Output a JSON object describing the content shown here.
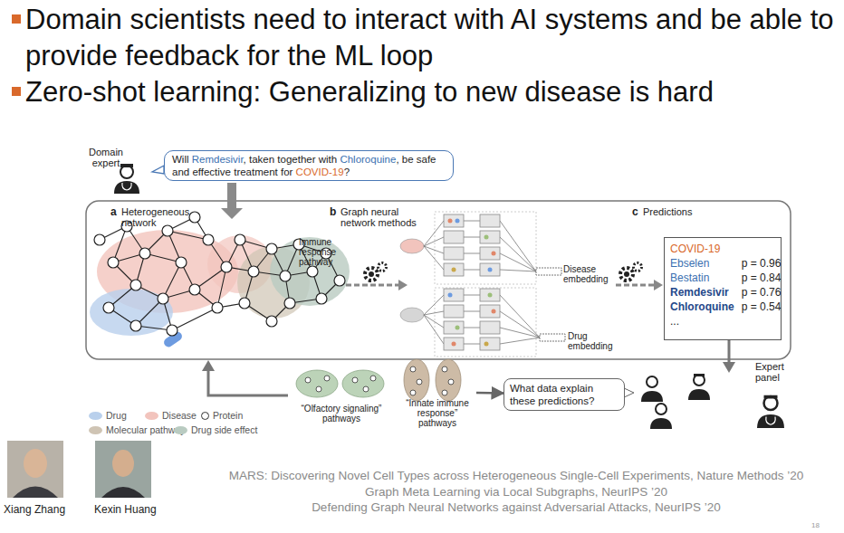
{
  "diagram": {
    "nodes": [
      {
        "text": [
          "Will ",
          "Remdesivir",
          ", taken together with ",
          "Chloroquine",
          ", be safe and effective treatment for ",
          "COVID-19",
          "?"
        ]
      },
      {
        "text": [
          "COVID-19",
          "Ebselen",
          "p = 0.96",
          "Bestatin",
          "p = 0.84",
          "Remdesivir",
          "p = 0.76",
          "Chloroquine",
          "p = 0.54",
          "..."
        ]
      },
      {
        "text": [
          "What data explain these predictions?"
        ]
      },
      {
        "text": [
          "“Olfactory signaling” pathways"
        ]
      },
      {
        "text": [
          "“Innate immune response” pathways"
        ]
      }
    ],
    "edges": [
      {
        "from": 4,
        "to": 2,
        "arrow": "to"
      }
    ],
    "labels": [
      "Domain scientists need to interact with AI systems and be able to provide feedback for the ML loop",
      "Zero-shot learning: Generalizing to new disease is hard",
      "Domain expert",
      "a",
      "Heterogeneous network",
      "b",
      "Graph neural network methods",
      "c",
      "Predictions",
      "Immune response pathway",
      "Disease embedding",
      "Drug embedding",
      "Expert panel",
      "Xiang Zhang",
      "Kexin Huang",
      "MARS: Discovering Novel Cell Types across Heterogeneous Single-Cell Experiments, Nature Methods ’20",
      "Graph Meta Learning via Local Subgraphs, NeurIPS ’20",
      "Defending Graph Neural Networks against Adversarial Attacks, NeurIPS ’20",
      "18"
    ],
    "legend": [
      {
        "text": "Drug",
        "color": "#b9d0ec"
      },
      {
        "text": "Disease",
        "color": "#f2c4bd"
      },
      {
        "text": "Protein"
      },
      {
        "text": "Molecular pathway",
        "color": "#cfc4b4"
      },
      {
        "text": "Drug side effect",
        "color": "#b9cbc1"
      }
    ]
  }
}
